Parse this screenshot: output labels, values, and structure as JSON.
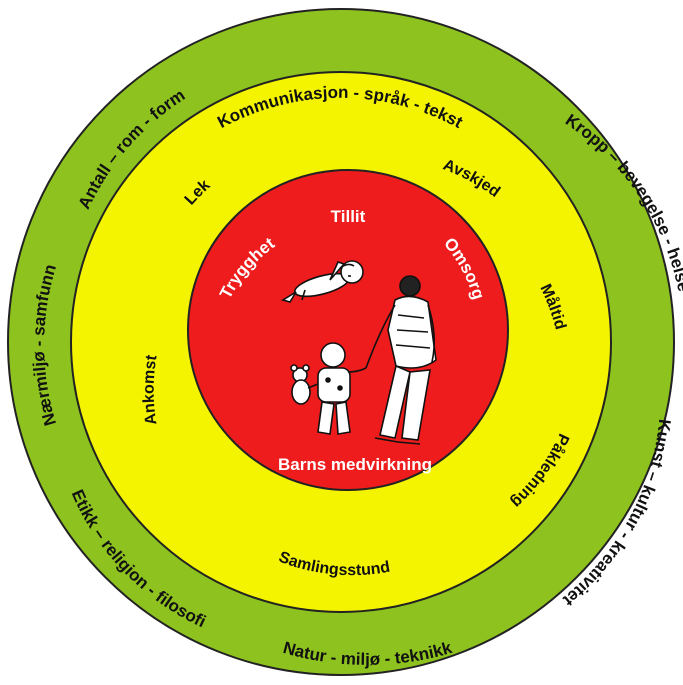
{
  "colors": {
    "outer_ring": "#8ec21f",
    "middle_ring": "#f4f400",
    "inner_circle": "#ee1c1c",
    "outline": "#222222",
    "dark_text": "#111111",
    "light_text": "#ffffff"
  },
  "outer_ring": {
    "communication": "Kommunikasjon - språk - tekst",
    "body": "Kropp – bevegelse - helse",
    "art": "Kunst – kultur - kreativitet",
    "nature": "Natur - miljø - teknikk",
    "ethics": "Etikk – religion - filosofi",
    "local": "Nærmiljø - samfunn",
    "number": "Antall – rom - form"
  },
  "middle_ring": {
    "farewell": "Avskjed",
    "meal": "Måltid",
    "dressing": "Påkledning",
    "gathering": "Samlingsstund",
    "arrival": "Ankomst",
    "play": "Lek"
  },
  "inner_circle": {
    "trust": "Tillit",
    "care": "Omsorg",
    "security": "Trygghet",
    "participation": "Barns medvirkning"
  },
  "illustration": {
    "icons": [
      "crawling-baby-icon",
      "child-with-teddy-icon",
      "adult-figure-icon"
    ]
  }
}
